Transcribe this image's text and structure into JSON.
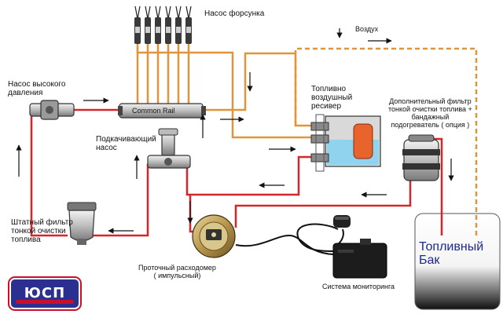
{
  "labels": {
    "injector_pump": "Насос форсунка",
    "air": "Воздух",
    "high_pressure_pump": "Насос высокого\nдавления",
    "common_rail": "Common Rail",
    "receiver": "Топливно\nвоздушный\nресивер",
    "extra_filter": "Дополнительный фильтр\nтонкой очистки топлива +\nбандажный\nподогреватель ( опция )",
    "boost_pump": "Подкачивающий\nнасос",
    "std_filter": "Штатный фильтр\nтонкой очистки\nтоплива",
    "flowmeter": "Проточный расходомер\n( импульсный)",
    "monitoring": "Система мониторинга",
    "tank": "Топливный\nБак"
  },
  "logo": {
    "text": "ЮСП"
  },
  "colors": {
    "return_line": "#e0953c",
    "supply_line": "#d7262b",
    "tank_fill": "#ffffff",
    "tank_label": "#1b2a8c",
    "logo_bg": "#2b2f8f",
    "logo_accent": "#c8102e",
    "receiver_fuel": "#8fd3ee",
    "receiver_float": "#e8642c"
  },
  "icons": [
    "injector-icon",
    "pump-icon",
    "filter-icon",
    "flowmeter-icon",
    "monitoring-unit-icon",
    "gps-antenna-icon",
    "flow-arrow-icon"
  ]
}
